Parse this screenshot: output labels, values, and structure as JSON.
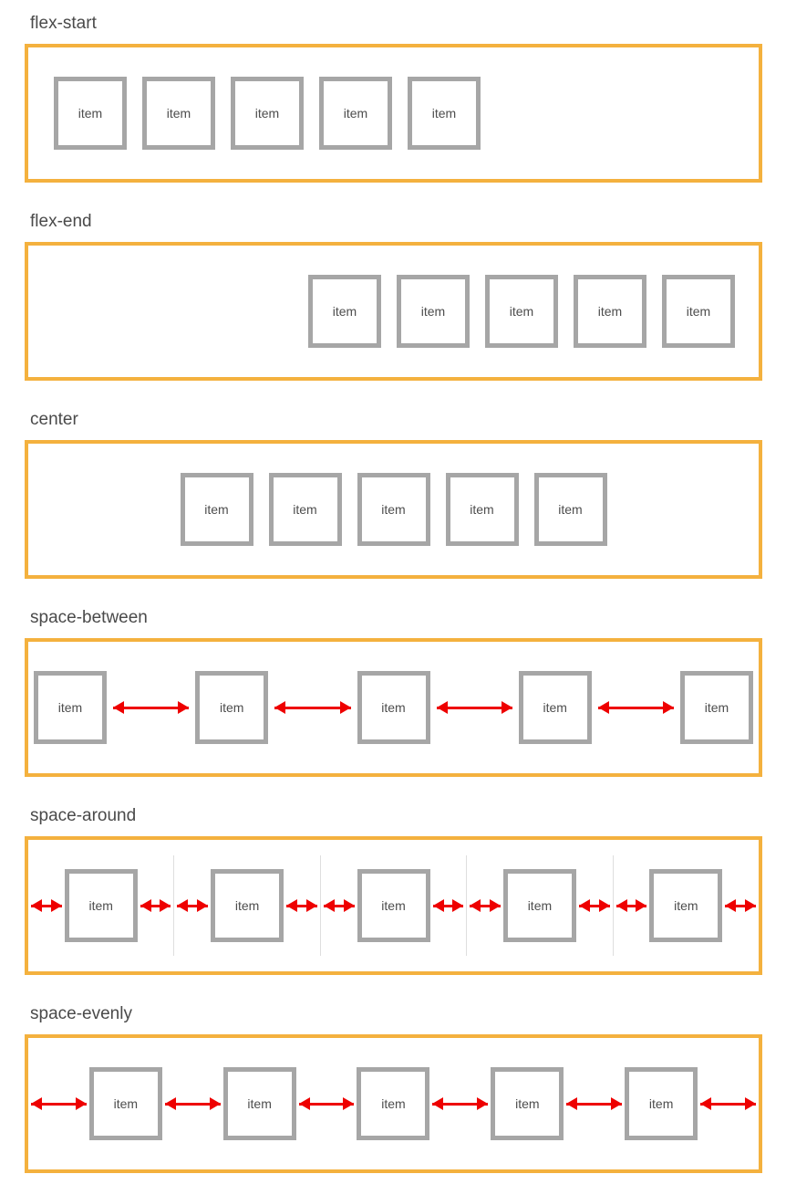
{
  "colors": {
    "container_border": "#f4b13e",
    "item_border": "#a6a6a6",
    "arrow": "#ee0000",
    "divider": "#dedede",
    "label_text": "#4a4a4a",
    "item_text": "#4d4d4d"
  },
  "icons": {
    "double_arrow": "left-right arrow glyph (red, two heads)"
  },
  "sections": [
    {
      "label": "flex-start",
      "justify": "flex-start",
      "items": [
        "item",
        "item",
        "item",
        "item",
        "item"
      ]
    },
    {
      "label": "flex-end",
      "justify": "flex-end",
      "items": [
        "item",
        "item",
        "item",
        "item",
        "item"
      ]
    },
    {
      "label": "center",
      "justify": "center",
      "items": [
        "item",
        "item",
        "item",
        "item",
        "item"
      ]
    },
    {
      "label": "space-between",
      "justify": "space-between",
      "items": [
        "item",
        "item",
        "item",
        "item",
        "item"
      ]
    },
    {
      "label": "space-around",
      "justify": "space-around",
      "items": [
        "item",
        "item",
        "item",
        "item",
        "item"
      ]
    },
    {
      "label": "space-evenly",
      "justify": "space-evenly",
      "items": [
        "item",
        "item",
        "item",
        "item",
        "item"
      ]
    }
  ]
}
